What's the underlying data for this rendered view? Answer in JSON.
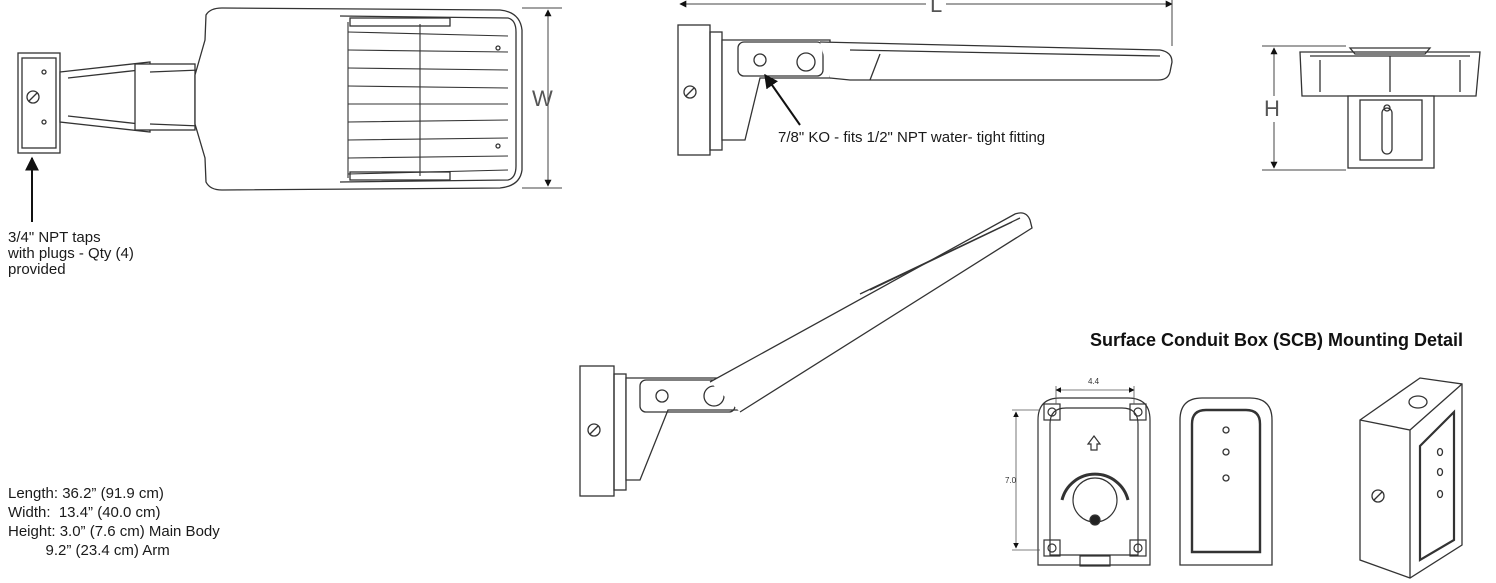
{
  "dimensions": {
    "length_label": "L",
    "width_label": "W",
    "height_label": "H"
  },
  "callouts": {
    "npt_taps": [
      "3/4\" NPT taps",
      "with plugs - Qty (4)",
      "provided"
    ],
    "knockout": "7/8\" KO - fits 1/2\" NPT water- tight fitting"
  },
  "scb": {
    "title": "Surface Conduit Box (SCB) Mounting Detail",
    "width_dim": "4.4",
    "height_dim": "7.0"
  },
  "specs": {
    "length": "Length: 36.2” (91.9 cm)",
    "width": "Width:  13.4” (40.0 cm)",
    "height": "Height: 3.0” (7.6 cm) Main Body",
    "height_arm": "         9.2” (23.4 cm) Arm"
  }
}
